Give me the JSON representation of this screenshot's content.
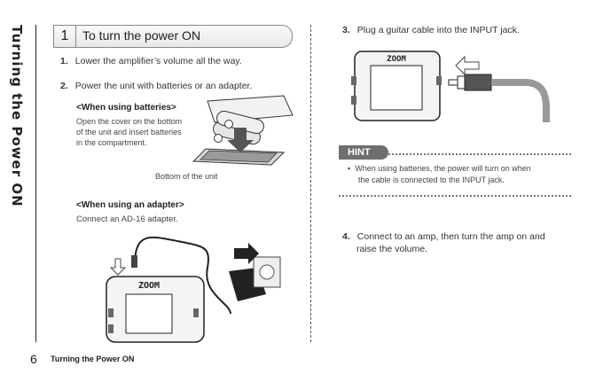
{
  "side_title": "Turning the Power ON",
  "section": {
    "number": "1",
    "title": "To turn the power ON"
  },
  "left_steps": [
    {
      "num": "1.",
      "text": "Lower the amplifier’s volume all the way."
    },
    {
      "num": "2.",
      "text": "Power the unit with batteries or an adapter."
    }
  ],
  "batteries": {
    "heading": "<When using batteries>",
    "lines": [
      "Open the cover on the bottom",
      "of the unit and insert batteries",
      "in the compartment."
    ],
    "caption": "Bottom of the unit"
  },
  "adapter": {
    "heading": "<When using an adapter>",
    "text": "Connect an AD-16 adapter."
  },
  "right_steps": [
    {
      "num": "3.",
      "text": "Plug a guitar cable into the INPUT jack."
    },
    {
      "num": "4.",
      "lines": [
        "Connect to an amp, then turn the amp on and",
        "raise the volume."
      ]
    }
  ],
  "hint": {
    "badge": "HINT",
    "lines": [
      "When using batteries, the power will turn on when",
      "the cable is connected to the INPUT jack."
    ]
  },
  "device": {
    "logo": "ZOOM"
  },
  "footer": {
    "page": "6",
    "text": "Turning the Power ON"
  }
}
